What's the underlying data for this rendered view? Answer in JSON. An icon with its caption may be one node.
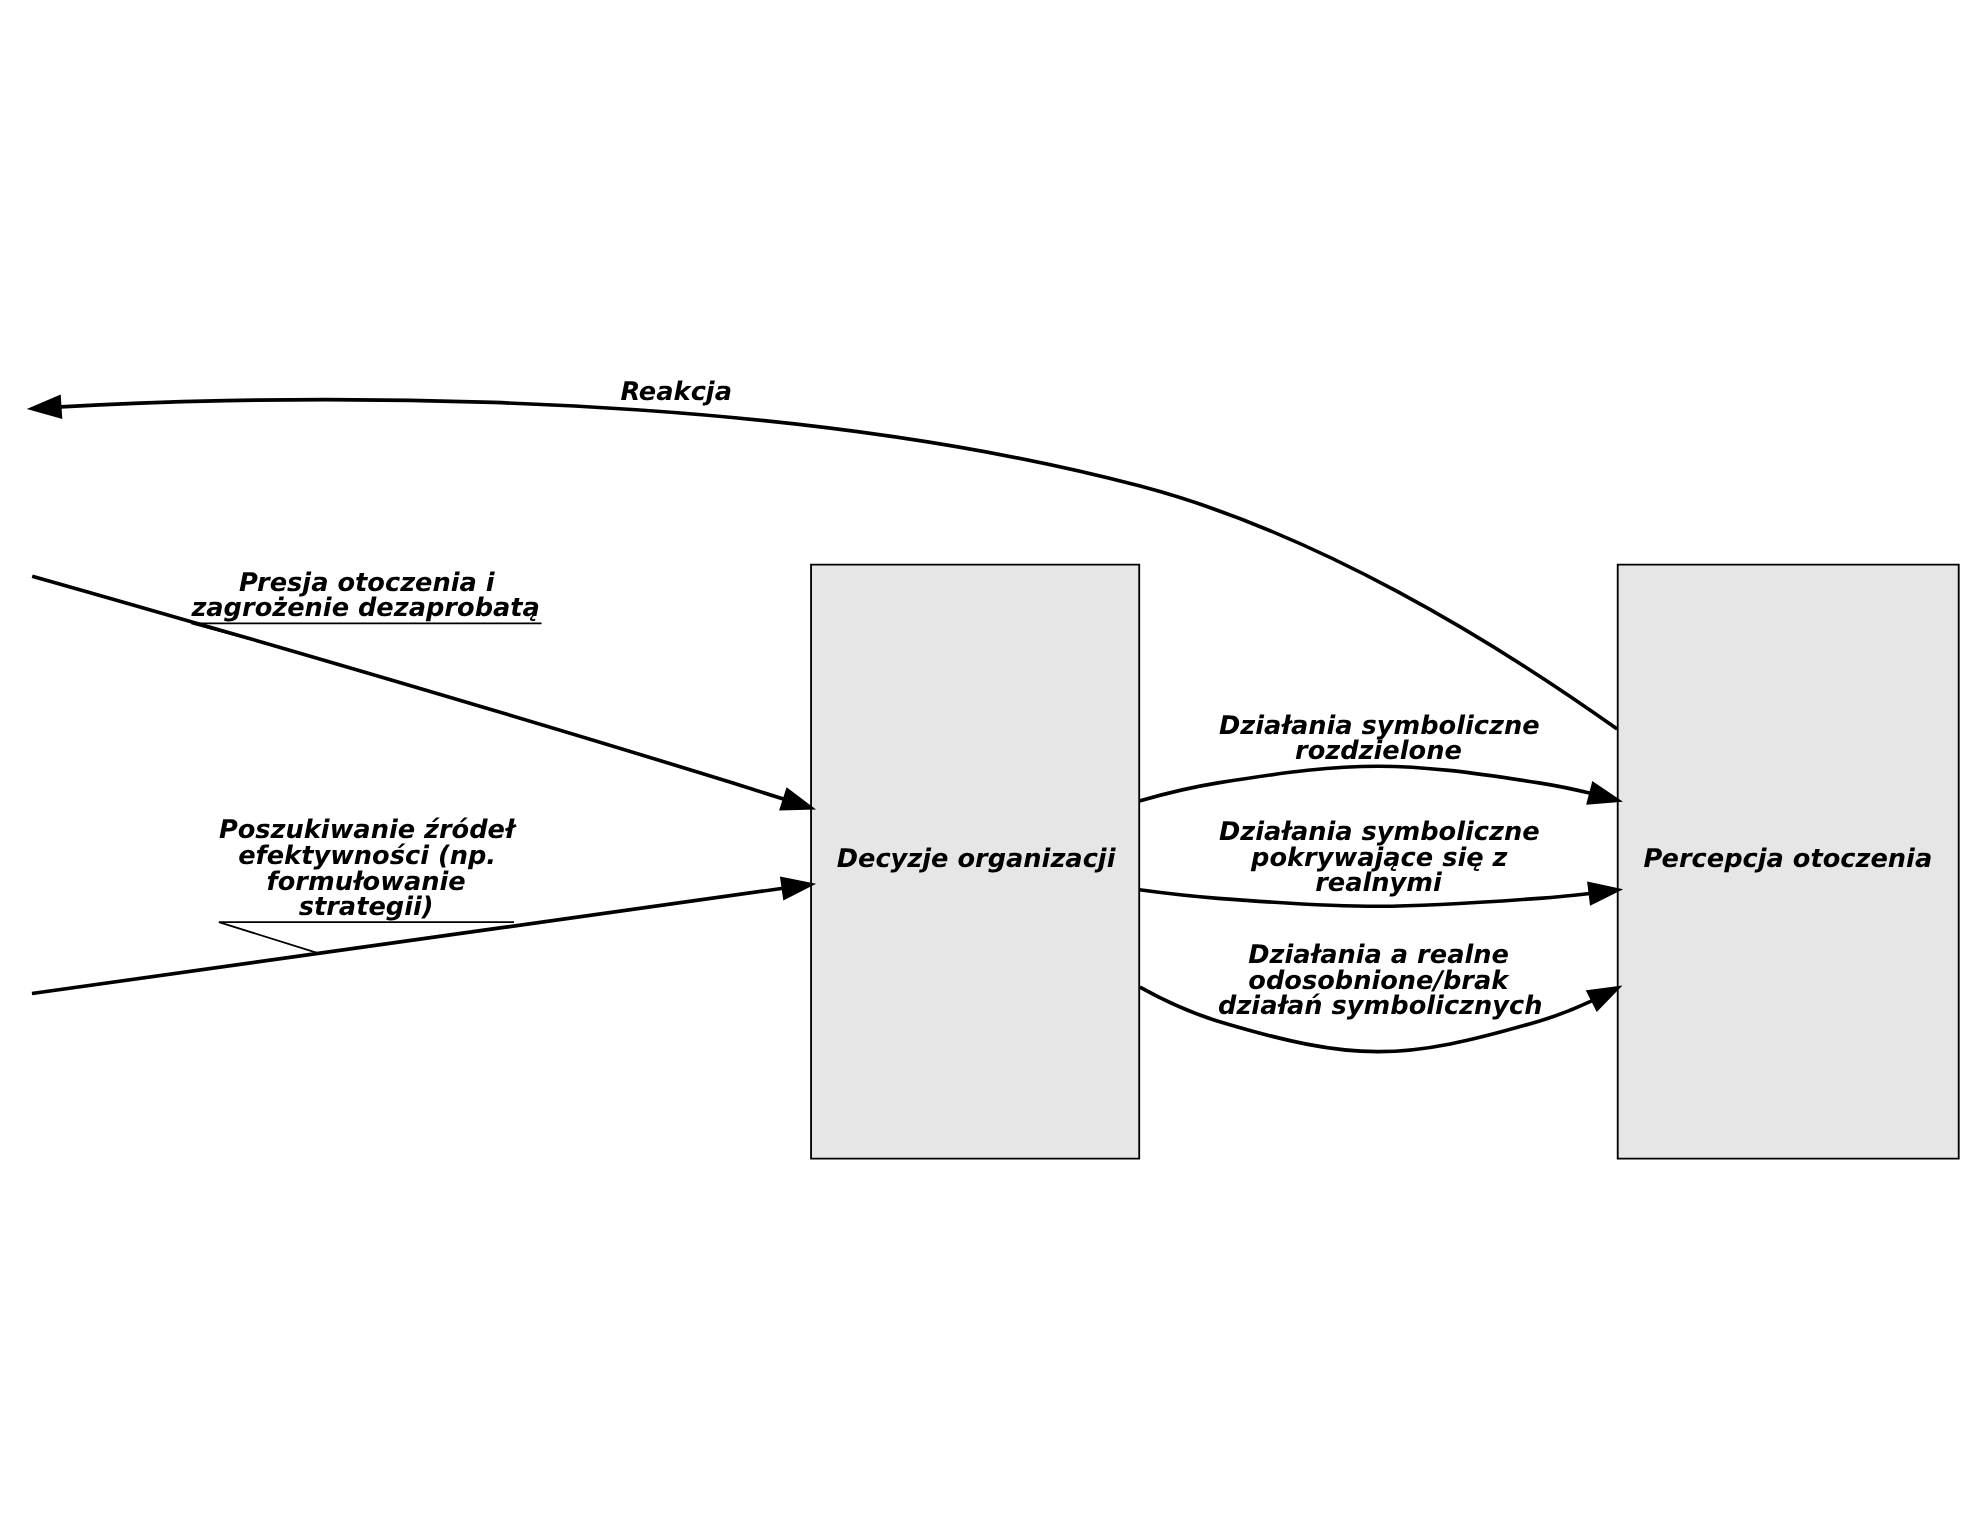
{
  "diagram": {
    "nodes": [
      {
        "text": [
          "Decyzje organizacji"
        ]
      },
      {
        "text": [
          "Percepcja otoczenia"
        ]
      }
    ],
    "edges": [
      {
        "from": null,
        "to": 0,
        "arrow": "to",
        "label": "Presja otoczenia i zagrożenie dezaprobatą"
      },
      {
        "from": null,
        "to": 0,
        "arrow": "to",
        "label": "Poszukiwanie źródeł efektywności (np. formułowanie strategii)"
      },
      {
        "from": 0,
        "to": 1,
        "arrow": "to",
        "label": "Działania symboliczne rozdzielone"
      },
      {
        "from": 0,
        "to": 1,
        "arrow": "to",
        "label": "Działania symboliczne pokrywające się z realnymi"
      },
      {
        "from": 0,
        "to": 1,
        "arrow": "to",
        "label": "Działania a realne odosobnione/brak działań symbolicznych"
      },
      {
        "from": 1,
        "to": null,
        "arrow": "to",
        "label": "Reakcja"
      }
    ]
  }
}
